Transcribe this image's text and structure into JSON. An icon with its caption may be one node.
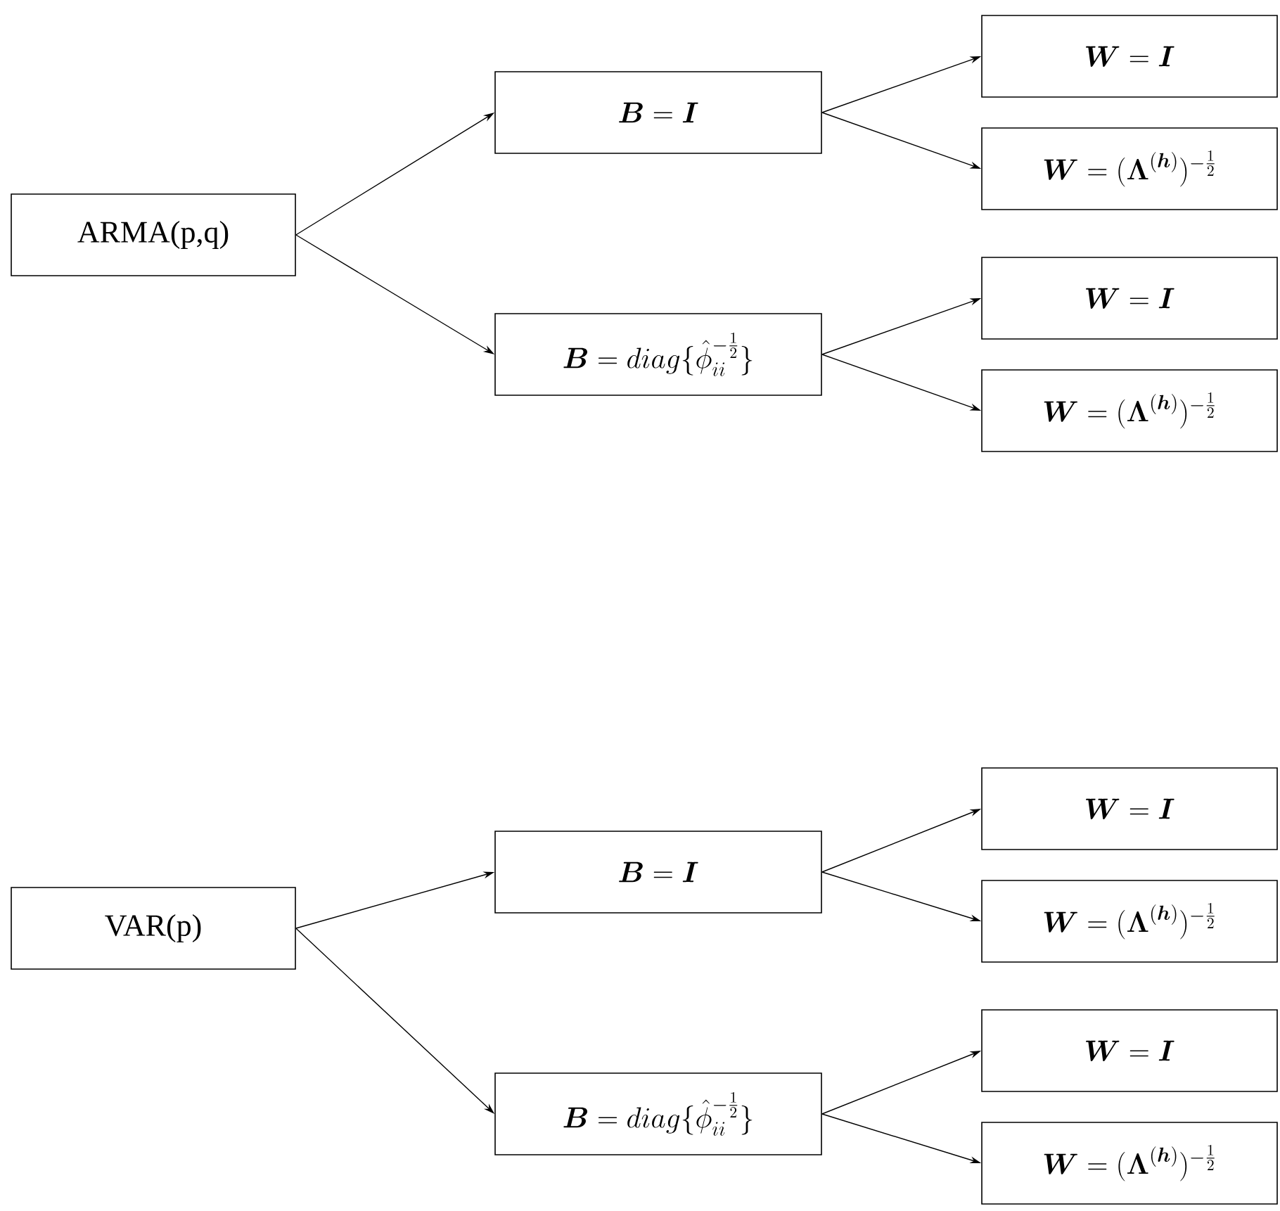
{
  "diagram": {
    "nodes": [
      {
        "text": [
          "ARMA(p,q)"
        ]
      },
      {
        "text": [
          "\\boldsymbol{B} = \\boldsymbol{I}"
        ]
      },
      {
        "text": [
          "\\boldsymbol{B} = diag\\{\\hat{\\phi}_{ii}^{-\\frac{1}{2}}\\}"
        ]
      },
      {
        "text": [
          "\\boldsymbol{W} = \\boldsymbol{I}"
        ]
      },
      {
        "text": [
          "\\boldsymbol{W} = (\\boldsymbol{\\Lambda}^{(\\boldsymbol{h})})^{-\\frac{1}{2}}"
        ]
      },
      {
        "text": [
          "\\boldsymbol{W} = \\boldsymbol{I}"
        ]
      },
      {
        "text": [
          "\\boldsymbol{W} = (\\boldsymbol{\\Lambda}^{(\\boldsymbol{h})})^{-\\frac{1}{2}}"
        ]
      },
      {
        "text": [
          "VAR(p)"
        ]
      },
      {
        "text": [
          "\\boldsymbol{B} = \\boldsymbol{I}"
        ]
      },
      {
        "text": [
          "\\boldsymbol{B} = diag\\{\\hat{\\phi}_{ii}^{-\\frac{1}{2}}\\}"
        ]
      },
      {
        "text": [
          "\\boldsymbol{W} = \\boldsymbol{I}"
        ]
      },
      {
        "text": [
          "\\boldsymbol{W} = (\\boldsymbol{\\Lambda}^{(\\boldsymbol{h})})^{-\\frac{1}{2}}"
        ]
      },
      {
        "text": [
          "\\boldsymbol{W} = \\boldsymbol{I}"
        ]
      },
      {
        "text": [
          "\\boldsymbol{W} = (\\boldsymbol{\\Lambda}^{(\\boldsymbol{h})})^{-\\frac{1}{2}}"
        ]
      }
    ],
    "edges": [
      {
        "from": 0,
        "to": 1,
        "arrow": "to"
      },
      {
        "from": 0,
        "to": 2,
        "arrow": "to"
      },
      {
        "from": 1,
        "to": 3,
        "arrow": "to"
      },
      {
        "from": 1,
        "to": 4,
        "arrow": "to"
      },
      {
        "from": 2,
        "to": 5,
        "arrow": "to"
      },
      {
        "from": 2,
        "to": 6,
        "arrow": "to"
      },
      {
        "from": 7,
        "to": 8,
        "arrow": "to"
      },
      {
        "from": 7,
        "to": 9,
        "arrow": "to"
      },
      {
        "from": 8,
        "to": 10,
        "arrow": "to"
      },
      {
        "from": 8,
        "to": 11,
        "arrow": "to"
      },
      {
        "from": 9,
        "to": 12,
        "arrow": "to"
      },
      {
        "from": 9,
        "to": 13,
        "arrow": "to"
      }
    ]
  }
}
